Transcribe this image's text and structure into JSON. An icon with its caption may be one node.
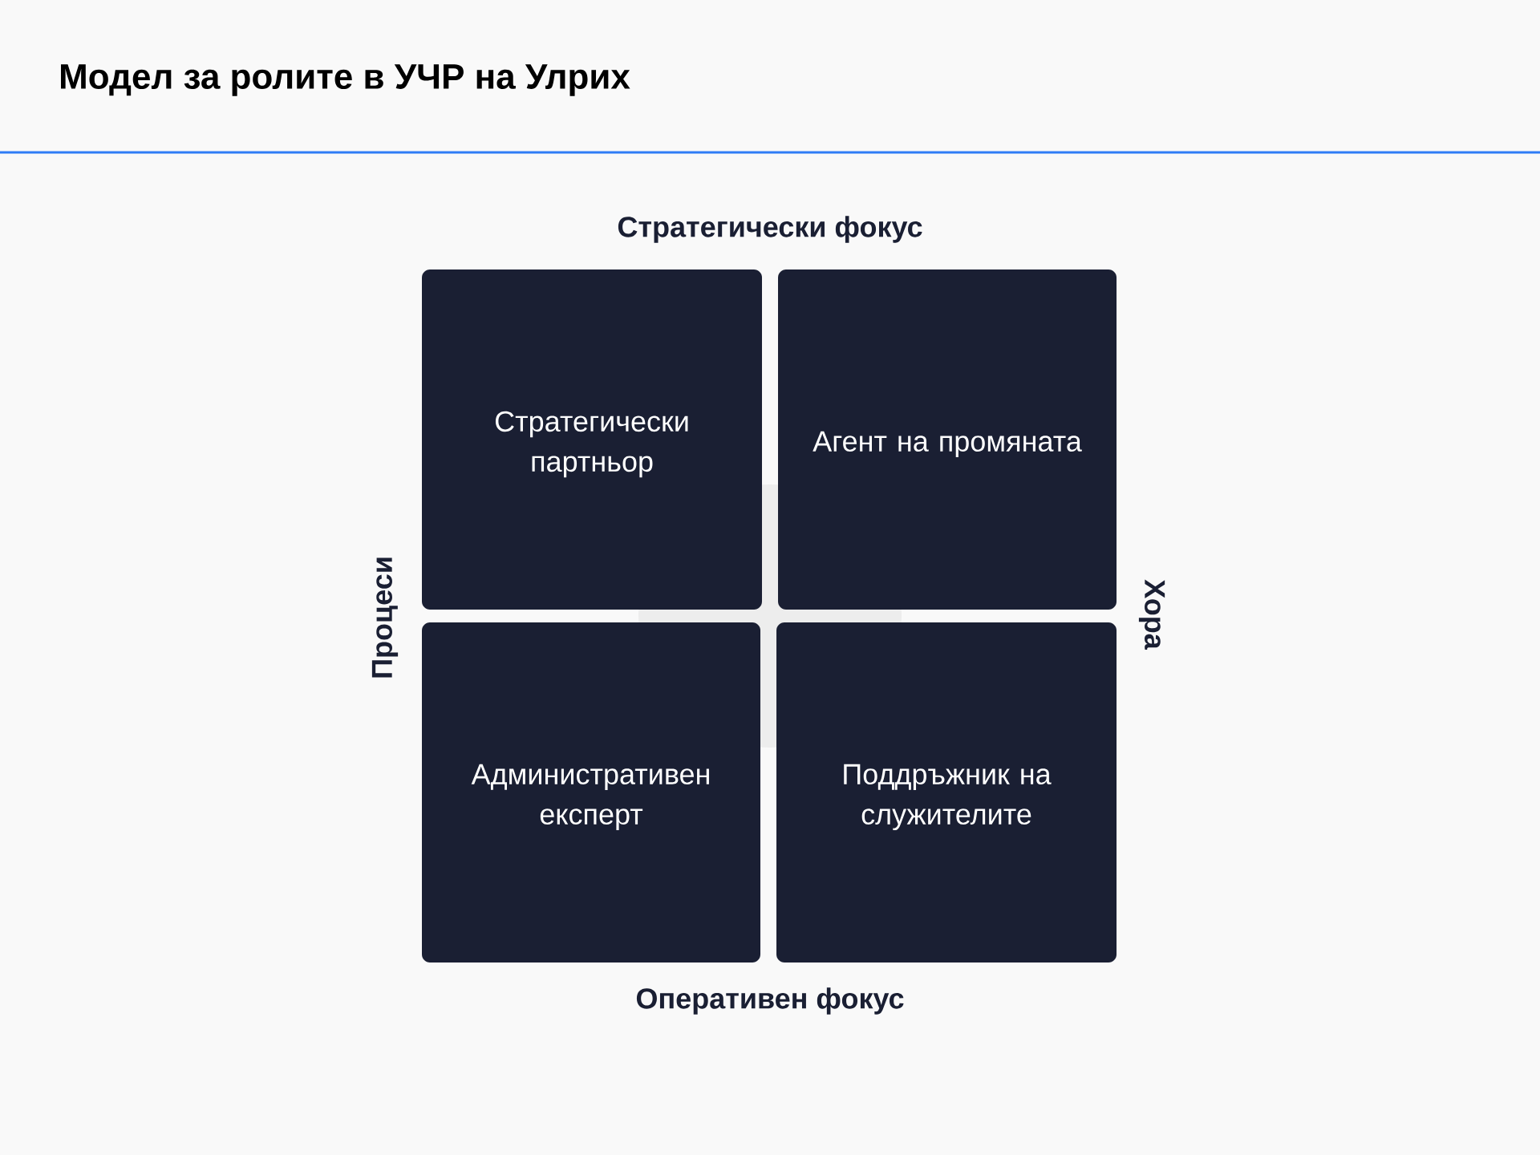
{
  "diagram": {
    "title": "Модел за ролите в УЧР на Улрих",
    "nodes": [
      {
        "text": [
          "Стратегически партньор"
        ]
      },
      {
        "text": [
          "Агент на промяната"
        ]
      },
      {
        "text": [
          "Административен експерт"
        ]
      },
      {
        "text": [
          "Поддръжник на служителите"
        ]
      }
    ],
    "labels": [
      "Стратегически фокус",
      "Процеси",
      "Хора",
      "Оперативен фокус"
    ]
  }
}
